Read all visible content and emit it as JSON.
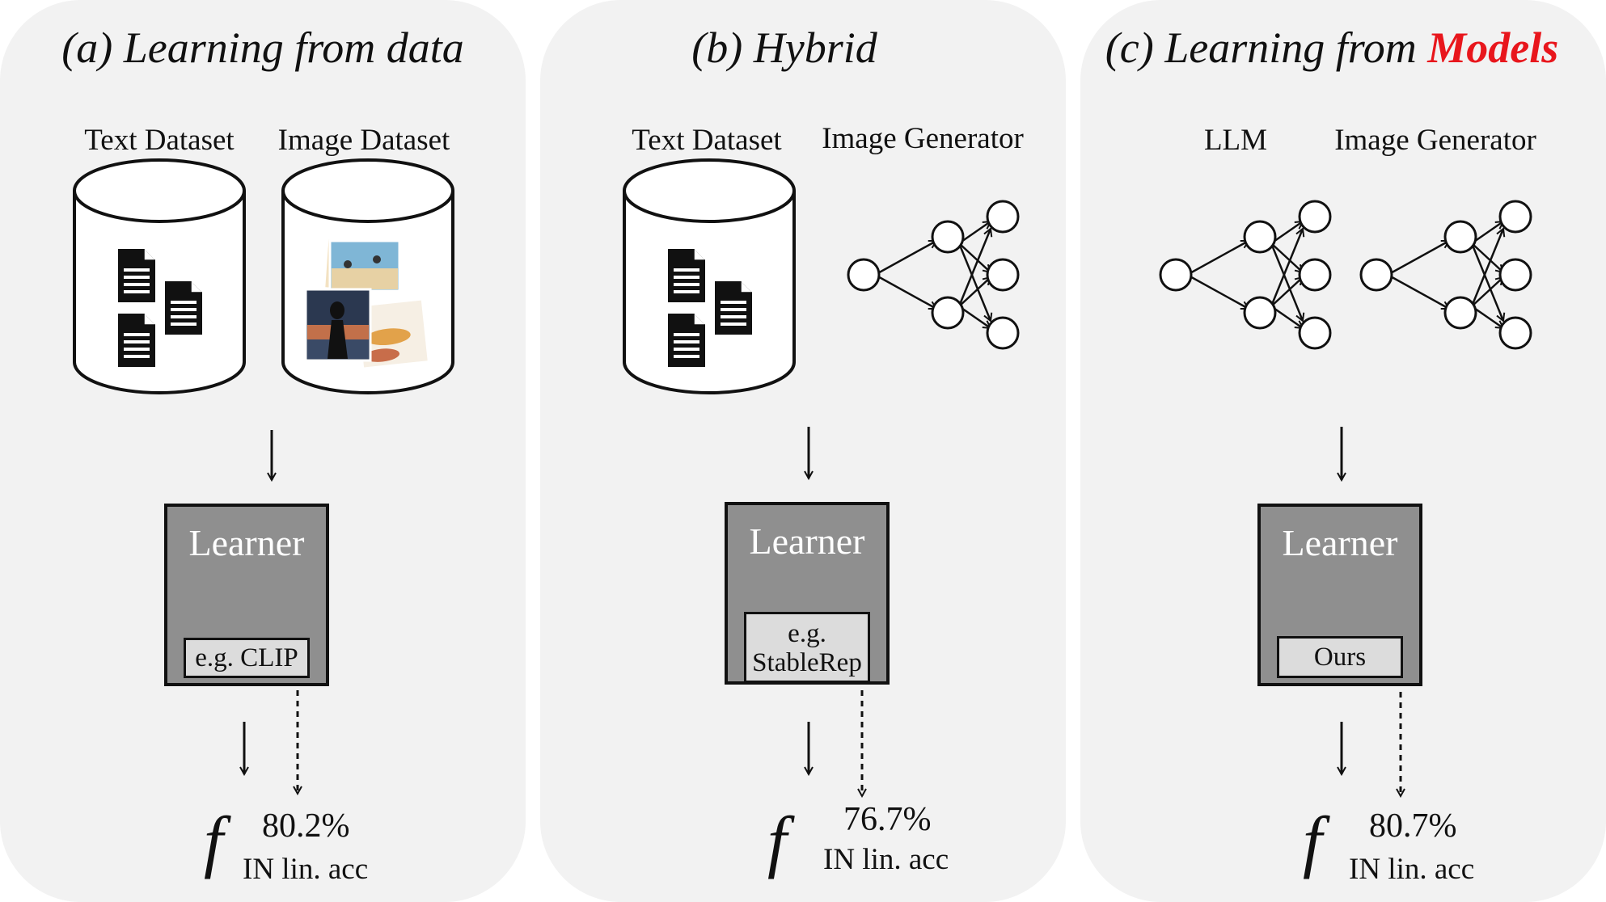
{
  "panels": [
    {
      "title_prefix": "(a) Learning from data",
      "title_highlight": "",
      "source_left_label": "Text Dataset",
      "source_right_label": "Image Dataset",
      "learner_label": "Learner",
      "method_label": "e.g. CLIP",
      "f_symbol": "f",
      "accuracy": "80.2%",
      "accuracy_label": "IN lin. acc"
    },
    {
      "title_prefix": "(b) Hybrid",
      "title_highlight": "",
      "source_left_label": "Text Dataset",
      "source_right_label": "Image Generator",
      "learner_label": "Learner",
      "method_label": "e.g. StableRep",
      "f_symbol": "f",
      "accuracy": "76.7%",
      "accuracy_label": "IN lin. acc"
    },
    {
      "title_prefix": "(c) Learning from ",
      "title_highlight": "Models",
      "source_left_label": "LLM",
      "source_right_label": "Image Generator",
      "learner_label": "Learner",
      "method_label": "Ours",
      "f_symbol": "f",
      "accuracy": "80.7%",
      "accuracy_label": "IN lin. acc"
    }
  ],
  "colors": {
    "panel_bg": "#f2f2f2",
    "learner_bg": "#8f8f8f",
    "highlight": "#e8161c"
  }
}
